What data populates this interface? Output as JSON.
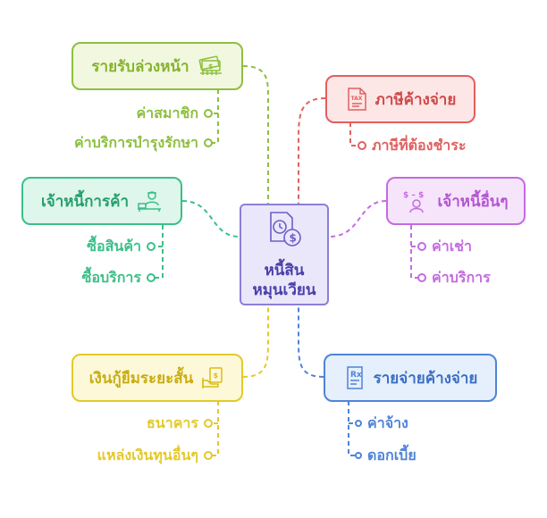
{
  "center": {
    "title_line1": "หนี้สิน",
    "title_line2": "หมุนเวียน",
    "icon": "document-money-icon"
  },
  "branches": {
    "unearned_revenue": {
      "label": "รายรับล่วงหน้า",
      "icon": "money-stack-icon",
      "color": "#8dbf3f",
      "fill": "#f1f8df",
      "items": [
        "ค่าสมาชิก",
        "ค่าบริการบำรุงรักษา"
      ]
    },
    "accounts_payable": {
      "label": "เจ้าหนี้การค้า",
      "icon": "shop-seller-icon",
      "color": "#3cbf88",
      "fill": "#dff6ec",
      "items": [
        "ซื้อสินค้า",
        "ซื้อบริการ"
      ]
    },
    "short_term_loans": {
      "label": "เงินกู้ยืมระยะสั้น",
      "icon": "loan-icon",
      "color": "#e3c92a",
      "fill": "#fdf8d8",
      "items": [
        "ธนาคาร",
        "แหล่งเงินทุนอื่นๆ"
      ]
    },
    "tax_payable": {
      "label": "ภาษีค้างจ่าย",
      "icon": "tax-document-icon",
      "color": "#e06060",
      "fill": "#fde6e6",
      "items": [
        "ภาษีที่ต้องชำระ"
      ]
    },
    "other_payables": {
      "label": "เจ้าหนี้อื่นๆ",
      "icon": "person-money-icon",
      "color": "#c46be0",
      "fill": "#f6e4fb",
      "items": [
        "ค่าเช่า",
        "ค่าบริการ"
      ]
    },
    "accrued_expenses": {
      "label": "รายจ่ายค้างจ่าย",
      "icon": "receipt-icon",
      "color": "#4f84d6",
      "fill": "#e6effc",
      "items": [
        "ค่าจ้าง",
        "ดอกเบี้ย"
      ]
    }
  }
}
